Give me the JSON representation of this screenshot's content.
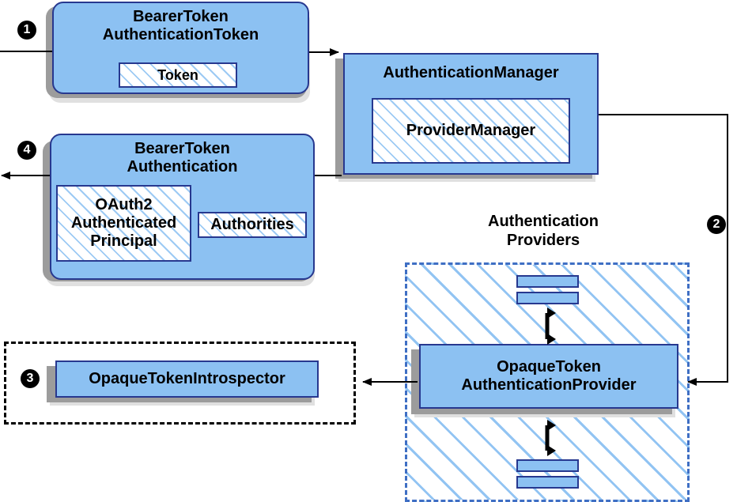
{
  "diagram": {
    "title_hidden": "",
    "accent_blue": "#8CC1F2",
    "border_blue": "#27388F",
    "hatch_blue": "#3F6FC4",
    "shadow_dark": "#9C9C9C",
    "shadow_light": "#E0E0E0",
    "badge_color": "#000000"
  },
  "badges": {
    "one": "1",
    "two": "2",
    "three": "3",
    "four": "4"
  },
  "boxes": {
    "bearer_token_authentication_token": {
      "line1": "BearerToken",
      "line2": "AuthenticationToken",
      "inner": "Token"
    },
    "authentication_manager": {
      "title": "AuthenticationManager",
      "inner": "ProviderManager"
    },
    "bearer_token_authentication": {
      "line1": "BearerToken",
      "line2": "Authentication",
      "inner_principal_line1": "OAuth2",
      "inner_principal_line2": "Authenticated",
      "inner_principal_line3": "Principal",
      "inner_authorities": "Authorities"
    },
    "opaque_token_introspector": {
      "title": "OpaqueTokenIntrospector"
    },
    "opaque_token_authentication_provider": {
      "line1": "OpaqueToken",
      "line2": "AuthenticationProvider"
    }
  },
  "groups": {
    "authentication_providers": {
      "line1": "Authentication",
      "line2": "Providers"
    }
  }
}
